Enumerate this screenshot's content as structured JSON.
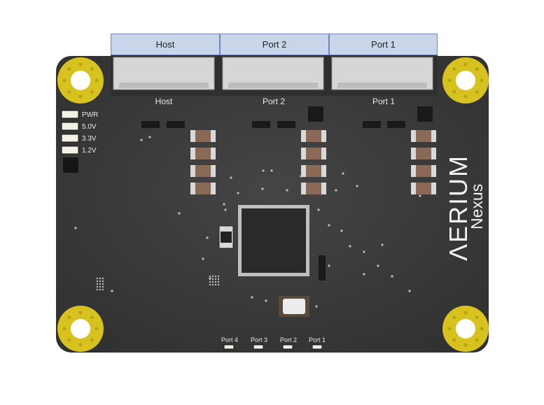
{
  "callouts": {
    "host": "Host",
    "port2": "Port 2",
    "port1": "Port 1"
  },
  "silkscreen": {
    "connector_host": "Host",
    "connector_port2": "Port 2",
    "connector_port1": "Port 1",
    "led_pwr": "PWR",
    "led_5v": "5.0V",
    "led_33v": "3.3V",
    "led_12v": "1.2V",
    "port4_led": "Port 4",
    "port3_led": "Port 3",
    "port2_led": "Port 2",
    "port1_led": "Port 1"
  },
  "branding": {
    "logo": "ΛERIUM",
    "product": "Nexus"
  },
  "colors": {
    "pcb": "#3a3a3a",
    "mounting_hole_ring": "#d8c21f",
    "connector": "#d6d6d6",
    "callout_fill": "#c9d6ea",
    "callout_border": "#6f87b8",
    "capacitor": "#8a6a57"
  }
}
